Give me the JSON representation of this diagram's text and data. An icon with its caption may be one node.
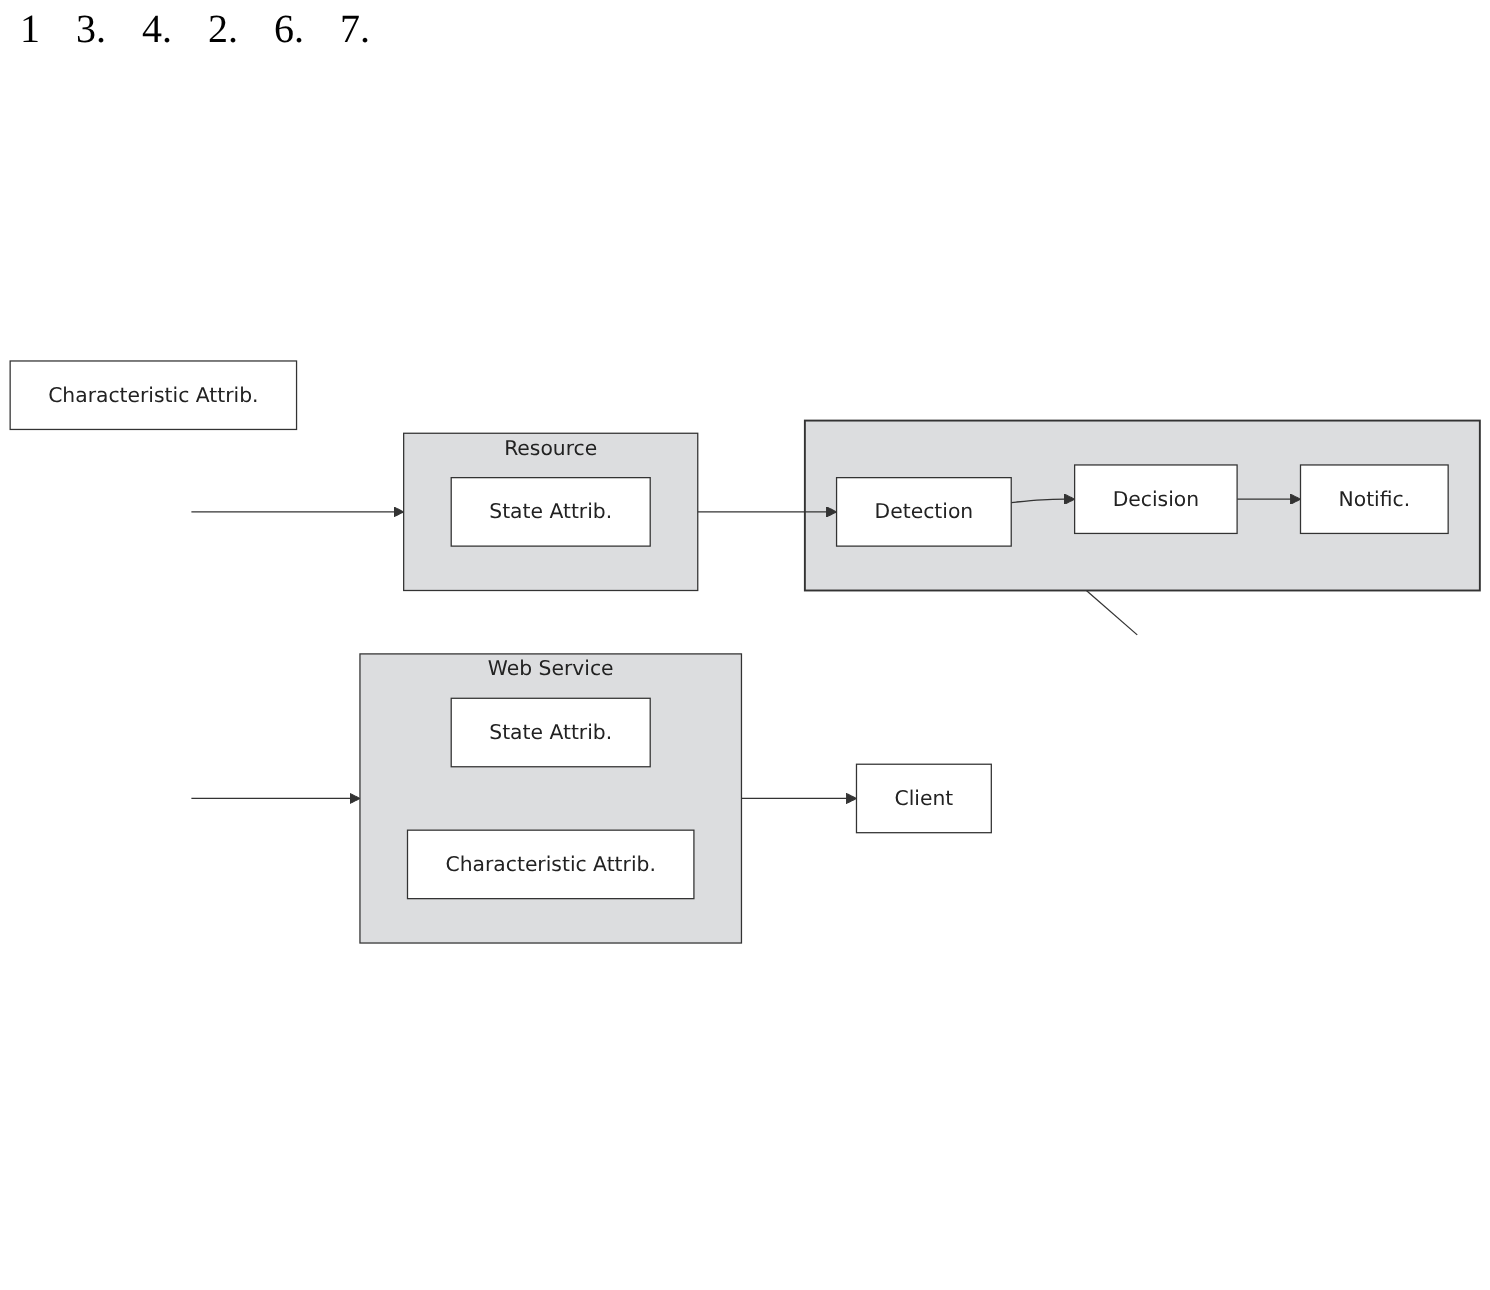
{
  "diagram": {
    "nodes": [
      {
        "text": [
          "Resource"
        ]
      },
      {
        "text": [
          "State Attrib."
        ],
        "in": 0
      },
      {
        "text": [
          "Characteristic Attrib."
        ]
      },
      {
        "text": [],
        "shape": "box"
      },
      {
        "text": [
          "Detection"
        ],
        "in": 3
      },
      {
        "text": [
          "Decision"
        ],
        "in": 3
      },
      {
        "text": [
          "Notific."
        ],
        "in": 3
      },
      {
        "text": [
          "Web Service"
        ]
      },
      {
        "text": [
          "State Attrib."
        ],
        "in": 7
      },
      {
        "text": [
          "Characteristic Attrib."
        ],
        "in": 7
      },
      {
        "text": [
          "Client"
        ]
      }
    ],
    "edges": [
      {
        "from": null,
        "to": 0,
        "arrow": "to"
      },
      {
        "from": 0,
        "to": 4,
        "arrow": "to"
      },
      {
        "from": 4,
        "to": 5,
        "arrow": "to"
      },
      {
        "from": 5,
        "to": 6,
        "arrow": "to"
      },
      {
        "from": 3,
        "to": null,
        "arrow": "none"
      },
      {
        "from": null,
        "to": 7,
        "arrow": "to"
      },
      {
        "from": 7,
        "to": 10,
        "arrow": "to"
      }
    ],
    "labels": [
      "1",
      "3.",
      "4.",
      "2.",
      "6.",
      "7."
    ]
  }
}
